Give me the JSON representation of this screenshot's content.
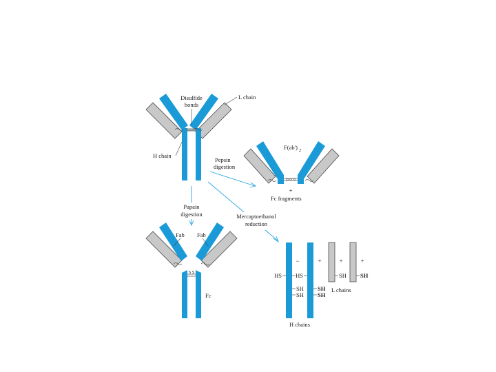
{
  "colors": {
    "heavy_chain": "#1a9ad6",
    "light_chain": "#c8c8c8",
    "arrow": "#2aa6e0",
    "outline": "#4a4a4a"
  },
  "labels": {
    "disulfide_bonds_line1": "Disulfide",
    "disulfide_bonds_line2": "bonds",
    "l_chain": "L chain",
    "h_chain": "H chain",
    "fab2": "F(ab')",
    "fab2_sub": "2",
    "pepsin_line1": "Pepsin",
    "pepsin_line2": "digestion",
    "plus": "+",
    "fc_fragments": "Fc  fragments",
    "papain_line1": "Papain",
    "papain_line2": "digestion",
    "fab_left": "Fab",
    "fab_right": "Fab",
    "fc": "Fc",
    "merc_line1": "Mercaptoethanol",
    "merc_line2": "reduction",
    "minus": "−",
    "hs": "HS",
    "sh": "SH",
    "h_chains": "H chains",
    "l_chains": "L chains",
    "ss": "S S"
  }
}
